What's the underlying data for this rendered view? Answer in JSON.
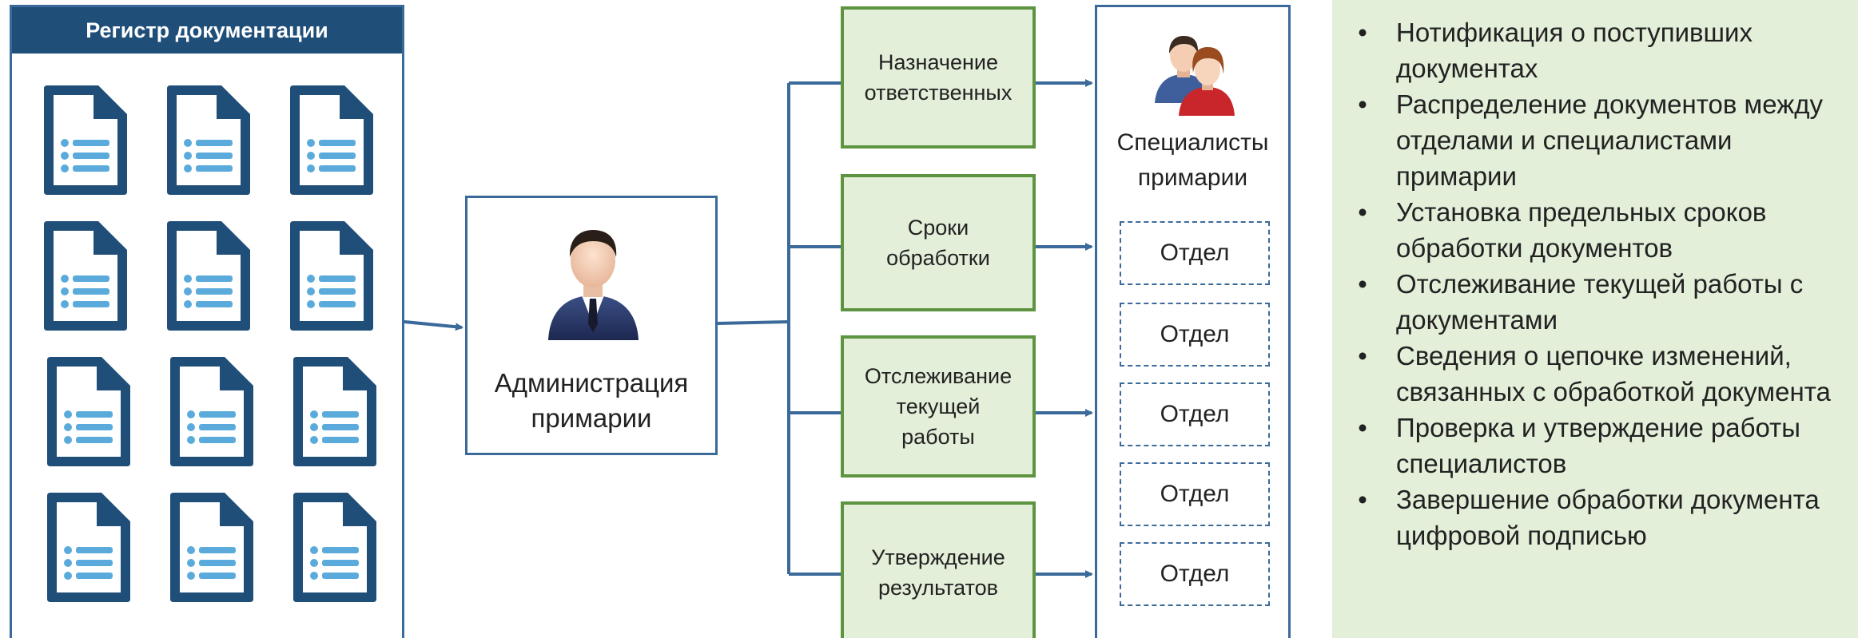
{
  "registry": {
    "title": "Регистр документации",
    "doc_icon": "document-list-icon",
    "doc_count": 12
  },
  "admin": {
    "label": "Администрация\nпримарии",
    "icon": "businessman-icon"
  },
  "steps": [
    {
      "label": "Назначение\nответственных"
    },
    {
      "label": "Сроки\nобработки"
    },
    {
      "label": "Отслеживание\nтекущей\nработы"
    },
    {
      "label": "Утверждение\nрезультатов"
    }
  ],
  "specialists": {
    "label": "Специалисты\nпримарии",
    "icon": "users-icon",
    "departments": [
      "Отдел",
      "Отдел",
      "Отдел",
      "Отдел",
      "Отдел"
    ]
  },
  "features": {
    "bullet": "•",
    "items": [
      "Нотификация о поступивших документах",
      "Распределение документов между отделами и специалистами примарии",
      "Установка предельных сроков обработки документов",
      "Отслеживание текущей работы с документами",
      "Сведения о цепочке изменений, связанных с обработкой документа",
      "Проверка и утверждение работы специалистов",
      "Завершение обработки документа цифровой подписью"
    ]
  },
  "colors": {
    "header_blue": "#1f4e79",
    "doc_blue": "#1f4e79",
    "doc_lines": "#5aabdc",
    "border_blue": "#3b6a9a",
    "green_border": "#5d9440",
    "green_fill": "#e3efd9"
  }
}
